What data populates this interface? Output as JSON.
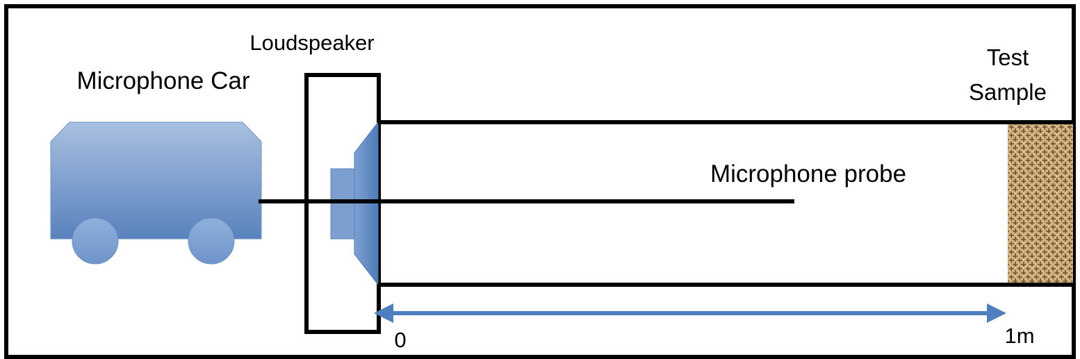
{
  "labels": {
    "microphone_car": "Microphone Car",
    "loudspeaker": "Loudspeaker",
    "test_sample_line1": "Test",
    "test_sample_line2": "Sample",
    "microphone_probe": "Microphone probe",
    "distance_start": "0",
    "distance_end": "1m"
  },
  "colors": {
    "border": "#000000",
    "car_top": "#a9c0e0",
    "car_bottom": "#5882bd",
    "car_stroke": "#6f93c6",
    "arrow": "#4f7fbf",
    "speaker_cone": "#5f8ac6",
    "speaker_magnet": "#7d9fcf",
    "sample_base": "#c9a574",
    "sample_dark": "#7a5a33"
  },
  "icons": {
    "car": "microphone-car-icon",
    "speaker": "loudspeaker-icon",
    "sample": "test-sample-texture"
  }
}
